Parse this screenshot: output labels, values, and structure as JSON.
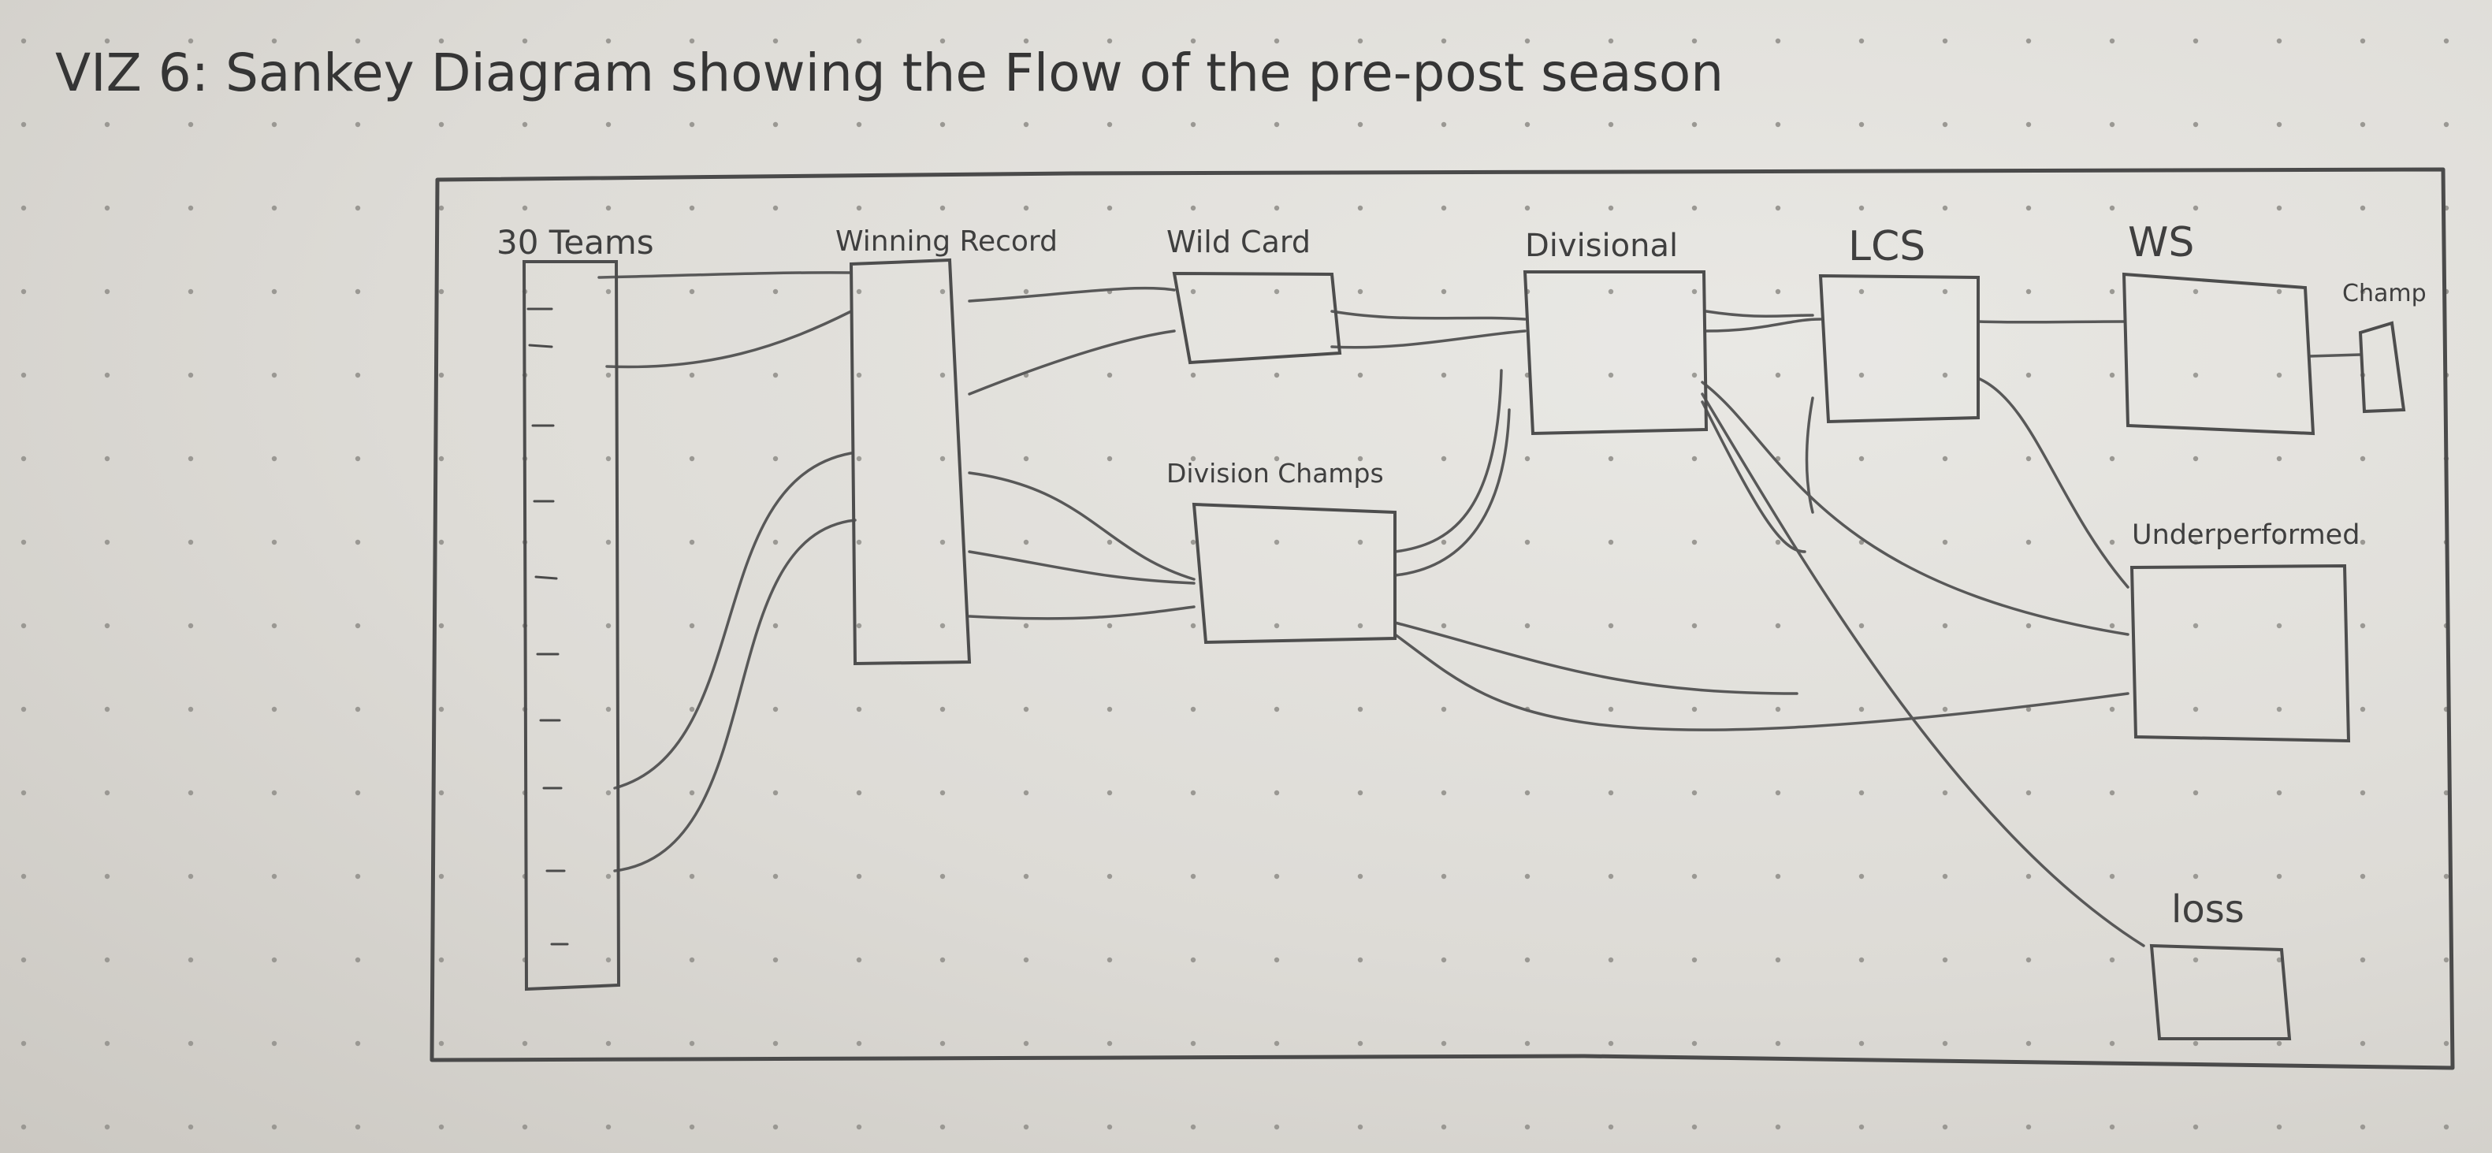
{
  "title": "VIZ 6: Sankey Diagram showing the Flow of the pre-post season",
  "nodes": {
    "teams": "30 Teams",
    "winning_record": "Winning Record",
    "wild_card": "Wild Card",
    "division_champs": "Division Champs",
    "divisional": "Divisional",
    "lcs": "LCS",
    "ws": "WS",
    "champ": "Champ",
    "underperformed": "Underperformed",
    "loss": "loss"
  },
  "colors": {
    "paper": "#e6e5e1",
    "pencil": "#4a4a4a",
    "dots": "#9a9893"
  }
}
